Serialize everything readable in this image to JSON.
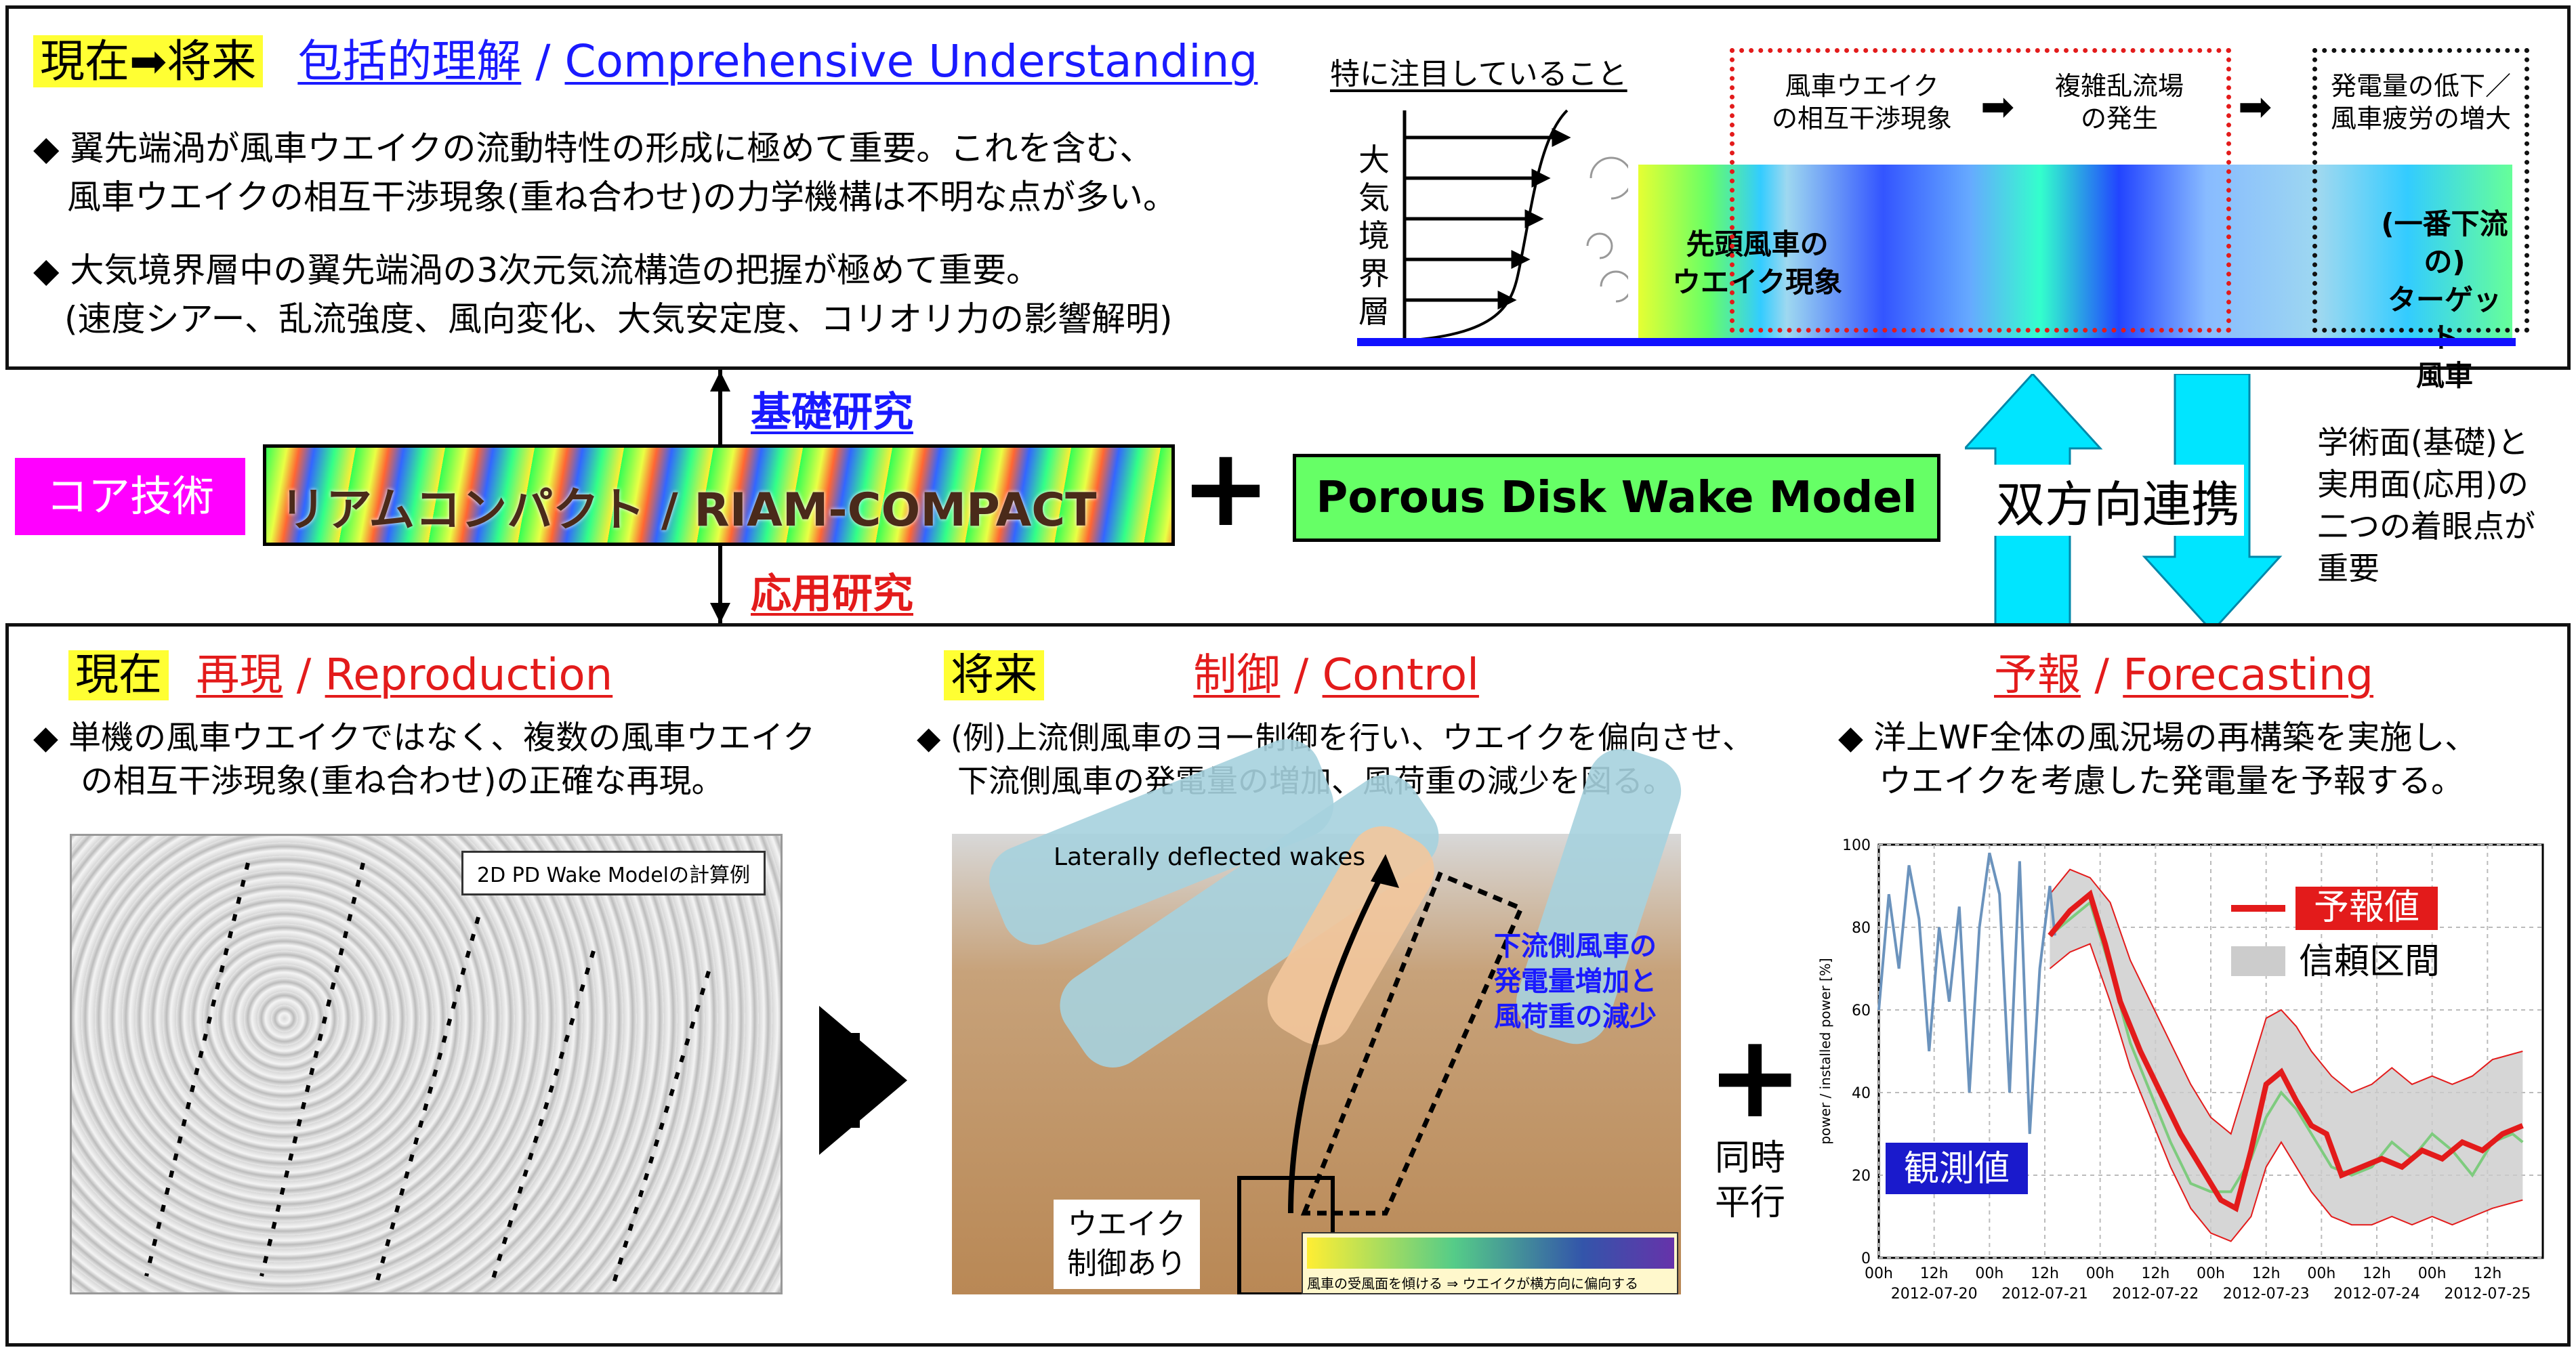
{
  "top": {
    "hl_label": "現在➡将来",
    "title_jp": "包括的理解",
    "slash": " / ",
    "title_en": "Comprehensive Understanding",
    "bullets": [
      "◆ 翼先端渦が風車ウエイクの流動特性の形成に極めて重要。これを含む、",
      "　風車ウエイクの相互干渉現象(重ね合わせ)の力学機構は不明な点が多い。",
      "◆ 大気境界層中の翼先端渦の3次元気流構造の把握が極めて重要。",
      "(速度シアー、乱流強度、風向変化、大気安定度、コリオリ力の影響解明)"
    ],
    "focus_label": "特に注目していること",
    "abl_chars": [
      "大",
      "気",
      "境",
      "界",
      "層"
    ],
    "flow_boxes": [
      "風車ウエイク",
      "の相互干渉現象",
      "複雑乱流場",
      "の発生",
      "発電量の低下／",
      "風車疲労の増大"
    ],
    "lead_wake": [
      "先頭風車の",
      "ウエイク現象"
    ],
    "target": [
      "(一番下流の)",
      "ターゲット",
      "風車"
    ]
  },
  "middle": {
    "core_label": "コア技術",
    "riam_label": "リアムコンパクト / RIAM-COMPACT",
    "basic_research": "基礎研究",
    "applied_research": "応用研究",
    "plus": "+",
    "pdwm": "Porous Disk Wake Model",
    "bidirectional": "双方向連携",
    "side_note": [
      "学術面(基礎)と",
      "実用面(応用)の",
      "二つの着眼点が",
      "重要"
    ]
  },
  "bottom": {
    "present_label": "現在",
    "repro_jp": "再現",
    "repro_en": "Reproduction",
    "future_label": "将来",
    "control_jp": "制御",
    "control_en": "Control",
    "forecast_jp": "予報",
    "forecast_en": "Forecasting",
    "slash": " / ",
    "repro_text": [
      "◆ 単機の風車ウエイクではなく、複数の風車ウエイク",
      "の相互干渉現象(重ね合わせ)の正確な再現。"
    ],
    "control_text": [
      "◆ (例)上流側風車のヨー制御を行い、ウエイクを偏向させ、",
      "下流側風車の発電量の増加、風荷重の減少を図る。"
    ],
    "forecast_text": [
      "◆ 洋上WF全体の風況場の再構築を実施し、",
      "ウエイクを考慮した発電量を予報する。"
    ],
    "pd_caption": "2D PD Wake Modelの計算例",
    "deflected": "Laterally deflected wakes",
    "downstream_note": [
      "下流側風車の",
      "発電量増加と",
      "風荷重の減少"
    ],
    "wake_control": [
      "ウエイク",
      "制御あり"
    ],
    "strip_caption": "風車の受風面を傾ける ⇒ ウエイクが横方向に偏向する",
    "simul": [
      "同時",
      "平行"
    ]
  },
  "colors": {
    "accent_red": "#e31b1b",
    "accent_blue": "#1a1aff",
    "cyan": "#00e5ff",
    "magenta": "#ff00ff",
    "green": "#66ff66",
    "highlight": "#ffff33"
  },
  "chart_data": {
    "type": "line",
    "ylabel": "power / installed power [%]",
    "ylim": [
      0,
      100
    ],
    "yticks": [
      "0",
      "20",
      "40",
      "60",
      "80",
      "100"
    ],
    "xtick_hours": [
      "00h",
      "12h",
      "00h",
      "12h",
      "00h",
      "12h",
      "00h",
      "12h",
      "00h",
      "12h",
      "00h",
      "12h"
    ],
    "xtick_dates": [
      "2012-07-20",
      "2012-07-21",
      "2012-07-22",
      "2012-07-23",
      "2012-07-24",
      "2012-07-25"
    ],
    "legend": [
      "予報値",
      "信頼区間"
    ],
    "observed_label": "観測値",
    "observed": [
      [
        0,
        60
      ],
      [
        4,
        88
      ],
      [
        8,
        70
      ],
      [
        12,
        95
      ],
      [
        16,
        82
      ],
      [
        20,
        50
      ],
      [
        24,
        80
      ],
      [
        28,
        62
      ],
      [
        32,
        85
      ],
      [
        36,
        40
      ],
      [
        40,
        80
      ],
      [
        44,
        98
      ],
      [
        48,
        88
      ],
      [
        52,
        40
      ],
      [
        56,
        96
      ],
      [
        60,
        30
      ],
      [
        64,
        70
      ],
      [
        68,
        90
      ],
      [
        70,
        78
      ]
    ],
    "forecast": [
      [
        68,
        78
      ],
      [
        76,
        84
      ],
      [
        84,
        88
      ],
      [
        90,
        76
      ],
      [
        96,
        62
      ],
      [
        104,
        50
      ],
      [
        112,
        40
      ],
      [
        120,
        30
      ],
      [
        128,
        22
      ],
      [
        136,
        14
      ],
      [
        142,
        12
      ],
      [
        148,
        26
      ],
      [
        154,
        42
      ],
      [
        160,
        45
      ],
      [
        166,
        38
      ],
      [
        172,
        32
      ],
      [
        178,
        30
      ],
      [
        184,
        20
      ],
      [
        192,
        22
      ],
      [
        200,
        24
      ],
      [
        208,
        22
      ],
      [
        216,
        26
      ],
      [
        224,
        24
      ],
      [
        232,
        28
      ],
      [
        240,
        26
      ],
      [
        248,
        30
      ],
      [
        256,
        32
      ]
    ],
    "actual_green": [
      [
        68,
        78
      ],
      [
        76,
        82
      ],
      [
        84,
        86
      ],
      [
        92,
        70
      ],
      [
        100,
        52
      ],
      [
        108,
        40
      ],
      [
        116,
        28
      ],
      [
        124,
        18
      ],
      [
        132,
        16
      ],
      [
        140,
        16
      ],
      [
        148,
        24
      ],
      [
        154,
        34
      ],
      [
        160,
        40
      ],
      [
        166,
        36
      ],
      [
        172,
        30
      ],
      [
        180,
        22
      ],
      [
        188,
        20
      ],
      [
        196,
        22
      ],
      [
        204,
        28
      ],
      [
        212,
        24
      ],
      [
        220,
        30
      ],
      [
        228,
        26
      ],
      [
        236,
        20
      ],
      [
        244,
        28
      ],
      [
        252,
        30
      ],
      [
        256,
        28
      ]
    ],
    "band_upper": [
      [
        68,
        88
      ],
      [
        76,
        94
      ],
      [
        84,
        92
      ],
      [
        92,
        86
      ],
      [
        100,
        72
      ],
      [
        108,
        62
      ],
      [
        116,
        52
      ],
      [
        124,
        42
      ],
      [
        132,
        34
      ],
      [
        140,
        30
      ],
      [
        148,
        46
      ],
      [
        154,
        58
      ],
      [
        160,
        60
      ],
      [
        166,
        56
      ],
      [
        172,
        50
      ],
      [
        180,
        44
      ],
      [
        188,
        40
      ],
      [
        196,
        42
      ],
      [
        204,
        46
      ],
      [
        212,
        42
      ],
      [
        220,
        44
      ],
      [
        228,
        42
      ],
      [
        236,
        44
      ],
      [
        244,
        48
      ],
      [
        256,
        50
      ]
    ],
    "band_lower": [
      [
        68,
        70
      ],
      [
        76,
        74
      ],
      [
        84,
        76
      ],
      [
        92,
        62
      ],
      [
        100,
        46
      ],
      [
        108,
        34
      ],
      [
        116,
        22
      ],
      [
        124,
        12
      ],
      [
        132,
        6
      ],
      [
        140,
        4
      ],
      [
        148,
        10
      ],
      [
        154,
        22
      ],
      [
        160,
        28
      ],
      [
        166,
        22
      ],
      [
        172,
        16
      ],
      [
        180,
        10
      ],
      [
        188,
        8
      ],
      [
        196,
        8
      ],
      [
        204,
        10
      ],
      [
        212,
        8
      ],
      [
        220,
        10
      ],
      [
        228,
        8
      ],
      [
        236,
        10
      ],
      [
        244,
        12
      ],
      [
        256,
        14
      ]
    ],
    "xmax_hours": 264
  }
}
